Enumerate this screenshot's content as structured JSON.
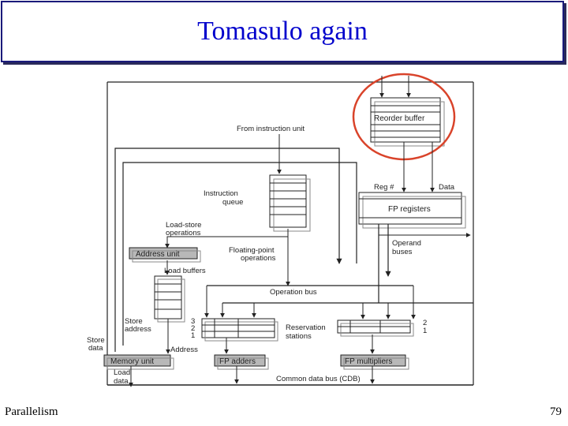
{
  "slide": {
    "title": "Tomasulo again",
    "footer_left": "Parallelism",
    "page_number": "79"
  },
  "diagram": {
    "labels": {
      "reorder_buffer": "Reorder buffer",
      "from_instruction_unit": "From instruction unit",
      "reg_num": "Reg #",
      "data": "Data",
      "fp_registers": "FP registers",
      "instruction_queue_1": "Instruction",
      "instruction_queue_2": "queue",
      "load_store_ops_1": "Load-store",
      "load_store_ops_2": "operations",
      "address_unit": "Address unit",
      "fp_ops_1": "Floating-point",
      "fp_ops_2": "operations",
      "operand_buses_1": "Operand",
      "operand_buses_2": "buses",
      "load_buffers": "Load buffers",
      "operation_bus": "Operation bus",
      "store_address_1": "Store",
      "store_address_2": "address",
      "store_data_1": "Store",
      "store_data_2": "data",
      "address": "Address",
      "reservation_stations_1": "Reservation",
      "reservation_stations_2": "stations",
      "memory_unit": "Memory unit",
      "fp_adders": "FP adders",
      "fp_multipliers": "FP multipliers",
      "load_data_1": "Load",
      "load_data_2": "data",
      "cdb": "Common data bus (CDB)",
      "rs_left_3": "3",
      "rs_left_2": "2",
      "rs_left_1": "1",
      "rs_right_2": "2",
      "rs_right_1": "1"
    },
    "colors": {
      "highlight_circle": "#d9432a",
      "title": "#0000cc",
      "unit_fill": "#b8b8b8"
    }
  }
}
